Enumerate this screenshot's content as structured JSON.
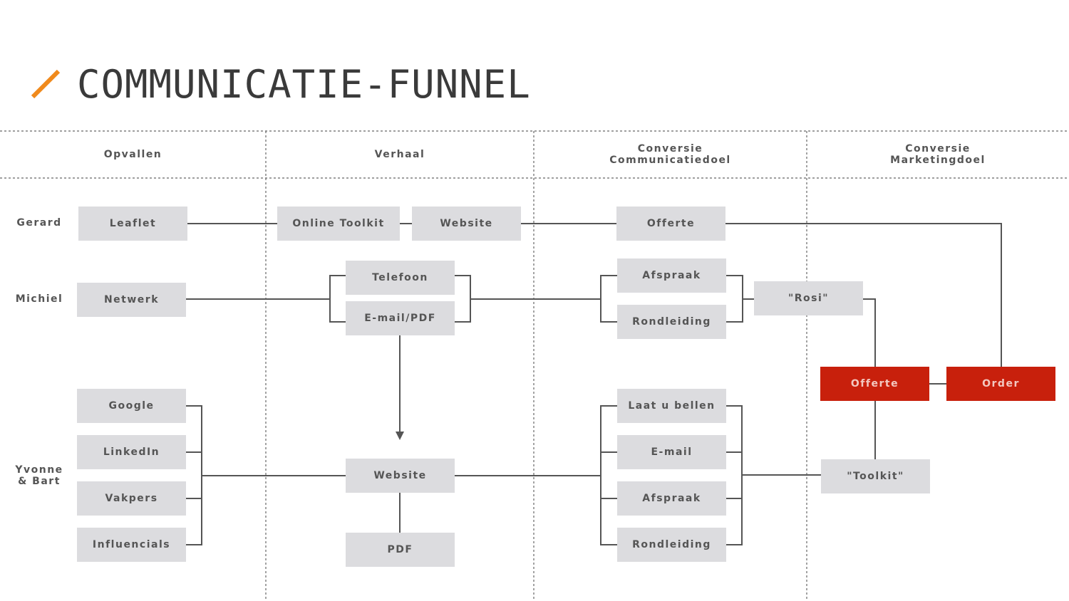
{
  "title": "COMMUNICATIE-FUNNEL",
  "accent_color": "#f08a1c",
  "highlight_color": "#c8200c",
  "box_color": "#dcdcdf",
  "columns": [
    {
      "label": "Opvallen"
    },
    {
      "label": "Verhaal"
    },
    {
      "label": "Conversie\nCommunicatiedoel"
    },
    {
      "label": "Conversie\nMarketingdoel"
    }
  ],
  "rows": [
    {
      "label": "Gerard"
    },
    {
      "label": "Michiel"
    },
    {
      "label": "Yvonne\n& Bart"
    }
  ],
  "nodes": {
    "leaflet": "Leaflet",
    "online_toolkit": "Online Toolkit",
    "website_gerard": "Website",
    "offerte_gerard": "Offerte",
    "netwerk": "Netwerk",
    "telefoon": "Telefoon",
    "email_pdf": "E-mail/PDF",
    "afspraak_michiel": "Afspraak",
    "rondleiding_michiel": "Rondleiding",
    "rosi": "\"Rosi\"",
    "offerte_red": "Offerte",
    "order_red": "Order",
    "google": "Google",
    "linkedin": "LinkedIn",
    "vakpers": "Vakpers",
    "influencials": "Influencials",
    "website_yb": "Website",
    "pdf": "PDF",
    "laat_u_bellen": "Laat u bellen",
    "email_yb": "E-mail",
    "afspraak_yb": "Afspraak",
    "rondleiding_yb": "Rondleiding",
    "toolkit": "\"Toolkit\""
  }
}
